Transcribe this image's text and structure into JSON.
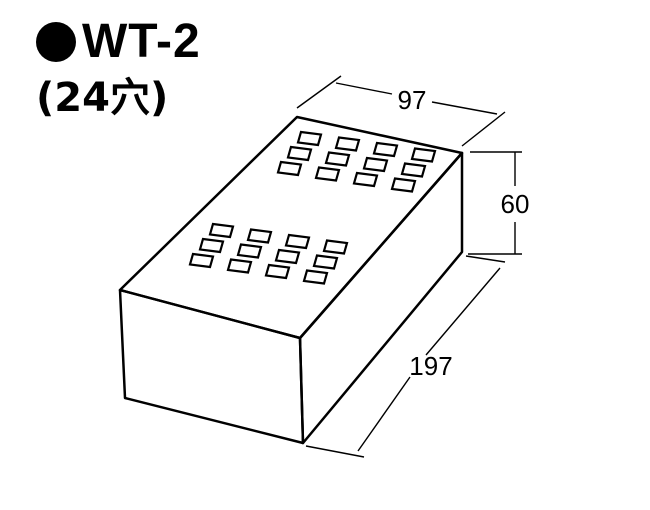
{
  "title": {
    "model": "WT-2",
    "subtitle": "(24穴)"
  },
  "dimensions": {
    "width": "97",
    "height": "60",
    "length": "197"
  },
  "colors": {
    "stroke": "#000000",
    "background": "#ffffff"
  },
  "block": {
    "holes_total": 24,
    "hole_groups": [
      {
        "rows": 3,
        "cols": 4
      },
      {
        "rows": 3,
        "cols": 4
      }
    ]
  }
}
